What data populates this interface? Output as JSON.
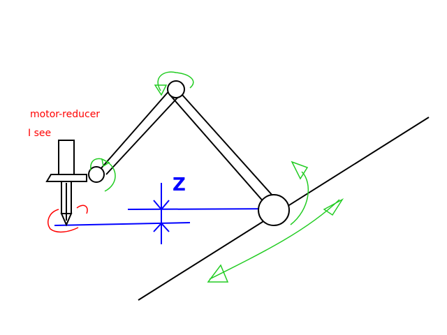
{
  "annotations": {
    "motor_reducer": "motor-reducer",
    "i_see": "I see",
    "z_axis": "Z"
  },
  "colors": {
    "structure": "#000000",
    "annotation_text": "#ff0000",
    "tool_tip_scribble": "#ff0000",
    "z_axis": "#0000ff",
    "rotation_arrows": "#22cc22",
    "background": "#ffffff"
  },
  "icons": {
    "rotation": "green-rotation-arrow-icon",
    "z_measure": "z-axis-double-arrow-icon"
  }
}
